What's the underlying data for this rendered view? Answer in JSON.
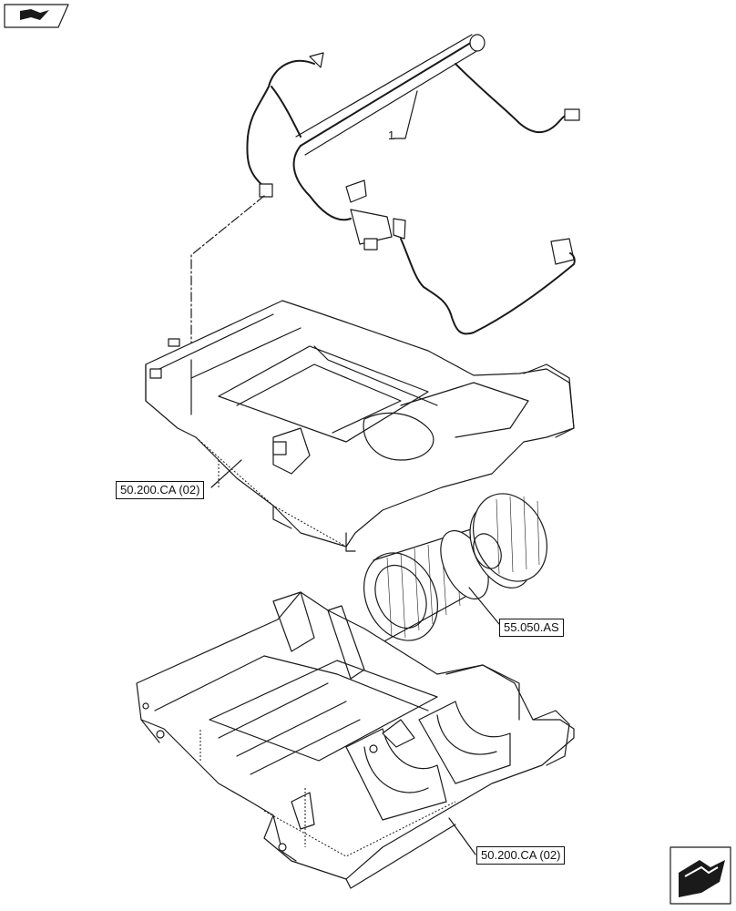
{
  "callouts": {
    "harness": "1",
    "housing_upper": "50.200.CA (02)",
    "blower": "55.050.AS",
    "housing_lower": "50.200.CA (02)"
  },
  "icons": {
    "top_left": "book-icon",
    "bottom_right": "next-page-arrow-icon"
  }
}
